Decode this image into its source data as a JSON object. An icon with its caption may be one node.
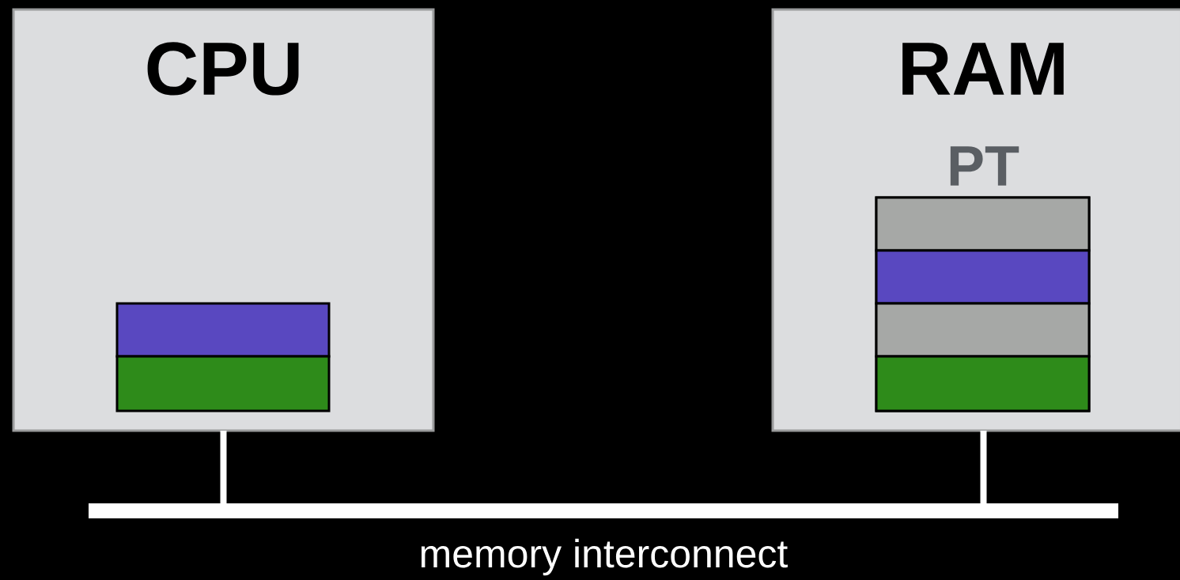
{
  "diagram": {
    "nodes": [
      {
        "text": [
          "CPU"
        ]
      },
      {
        "text": [],
        "shape": "bar",
        "in": 0
      },
      {
        "text": [],
        "shape": "bar",
        "in": 0
      },
      {
        "text": [
          "RAM"
        ]
      },
      {
        "text": [
          "PT"
        ],
        "in": 3
      },
      {
        "text": [],
        "shape": "bar",
        "in": 4
      },
      {
        "text": [],
        "shape": "bar",
        "in": 4
      },
      {
        "text": [],
        "shape": "bar",
        "in": 4
      },
      {
        "text": [],
        "shape": "bar",
        "in": 4
      },
      {
        "text": [
          "memory interconnect"
        ]
      }
    ],
    "edges": [
      {
        "from": 0,
        "to": 9,
        "arrow": "none"
      },
      {
        "from": 3,
        "to": 9,
        "arrow": "none"
      }
    ]
  }
}
